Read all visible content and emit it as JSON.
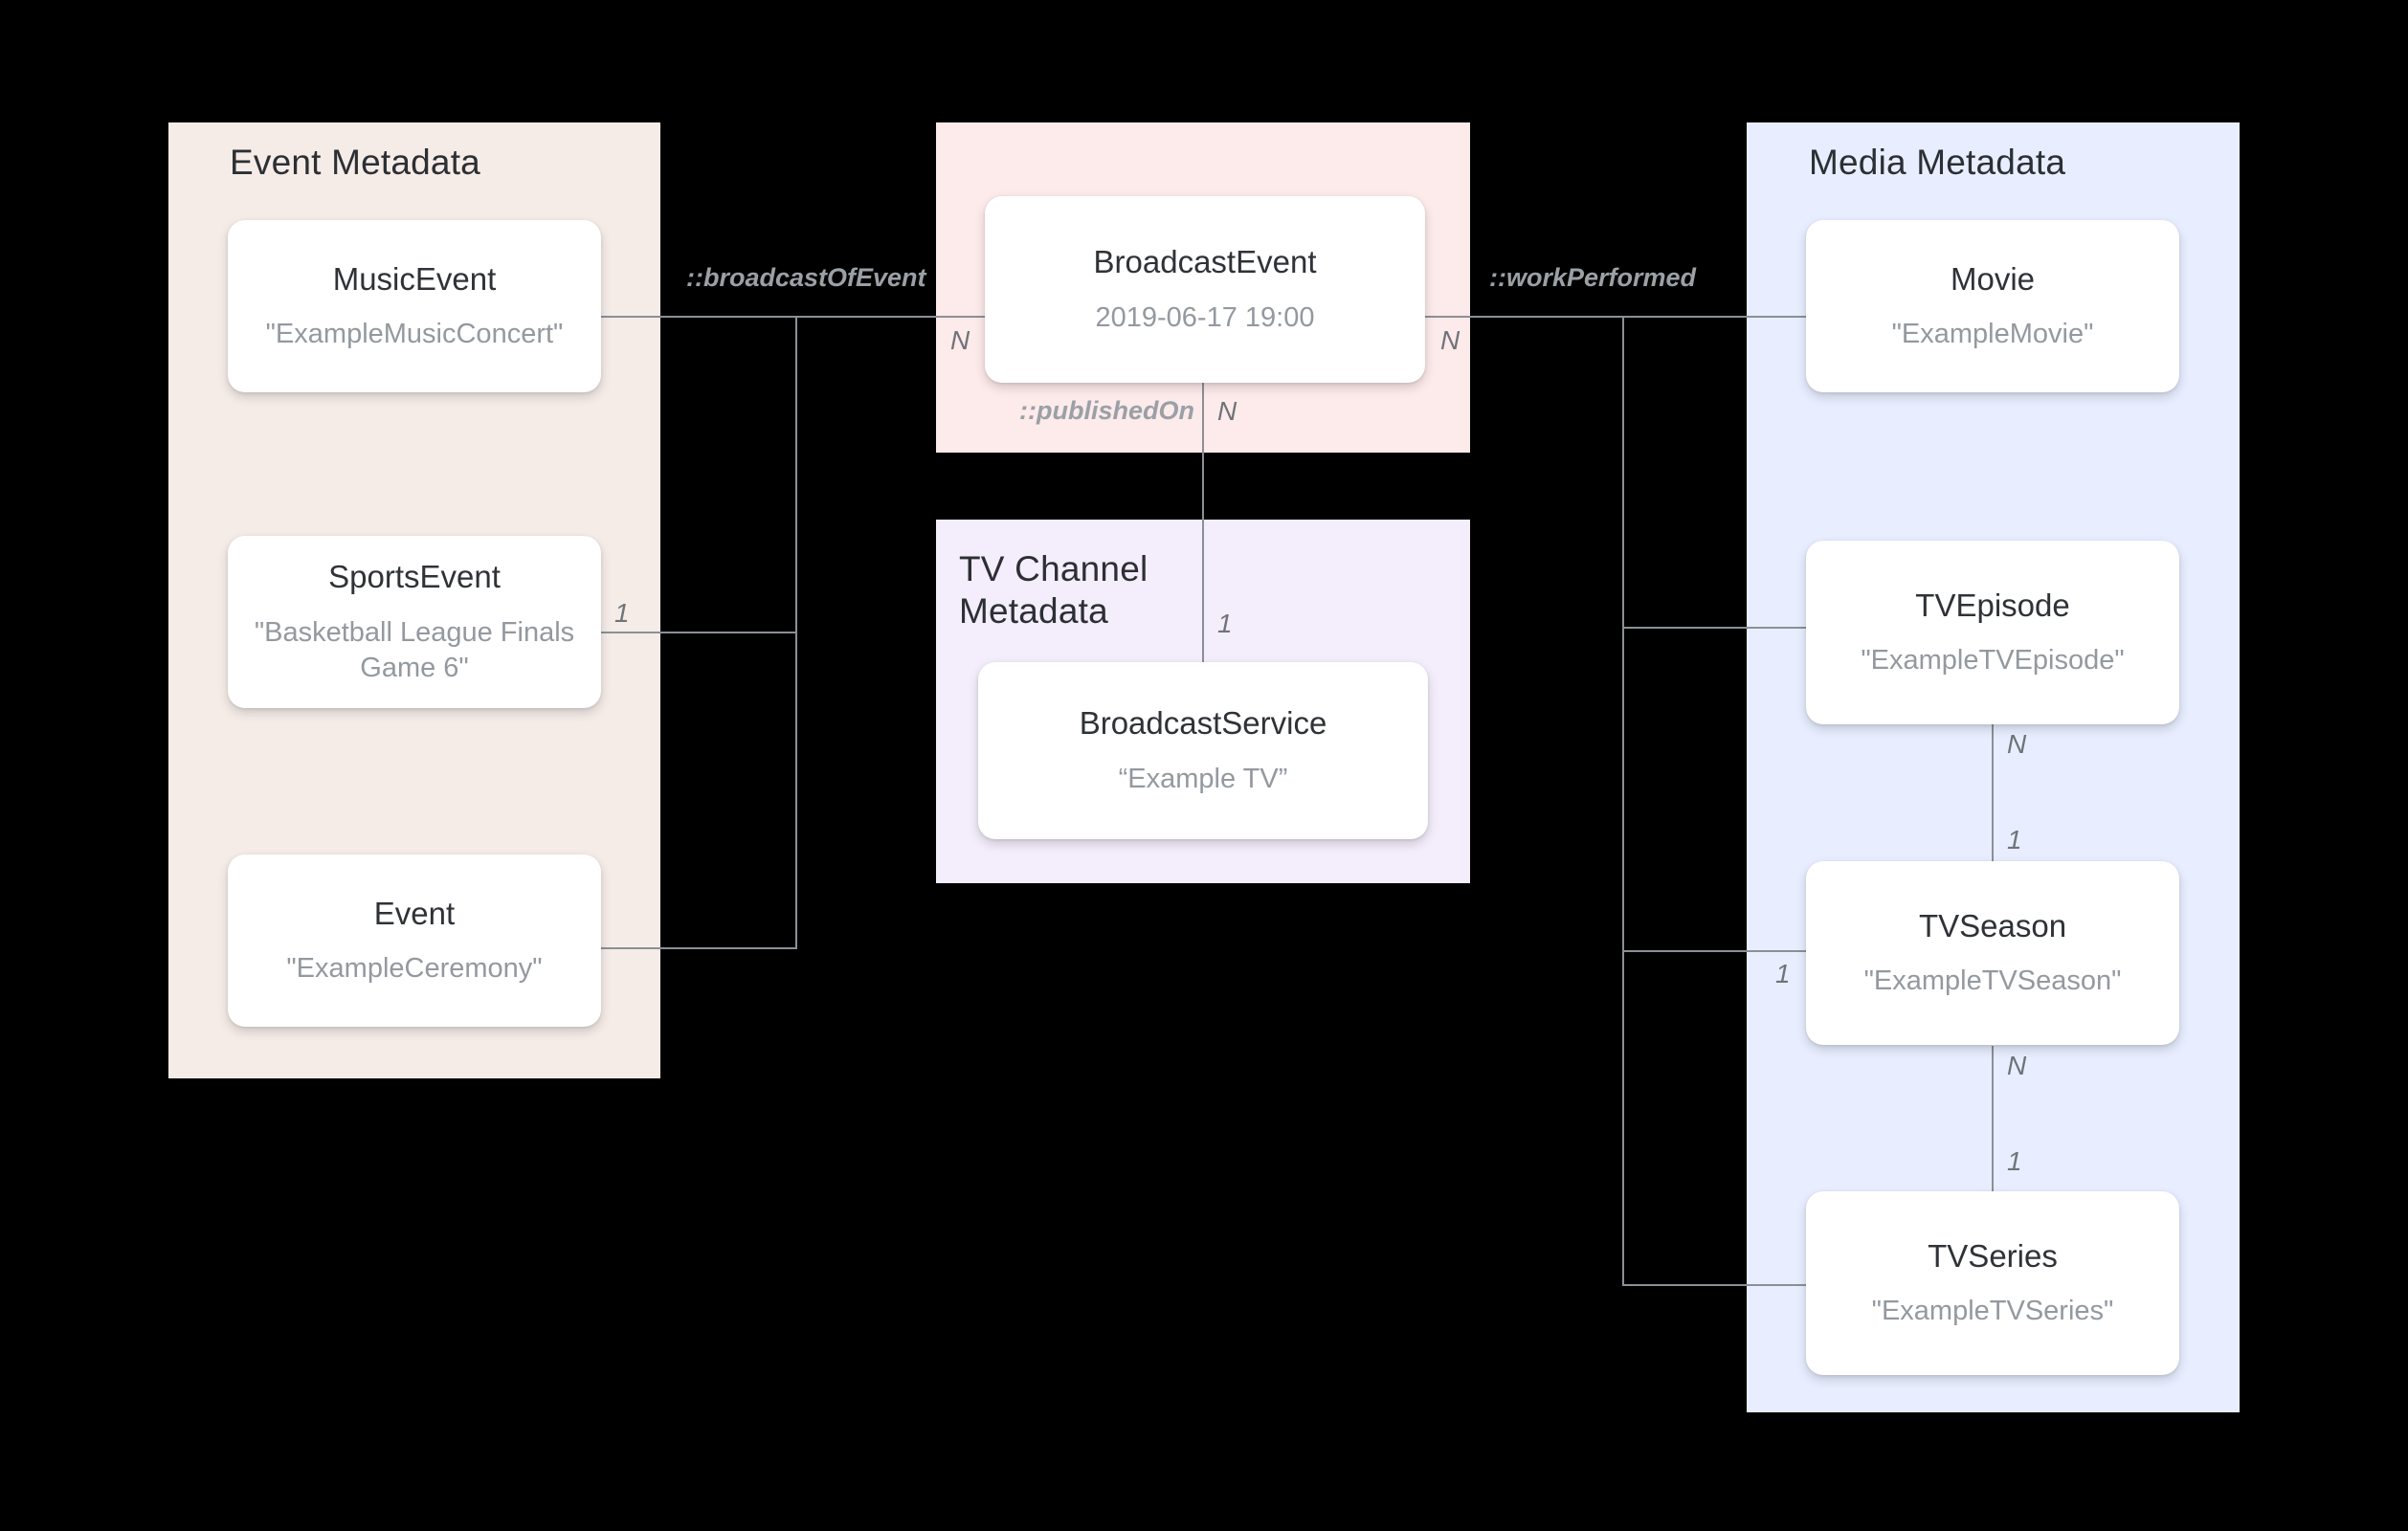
{
  "diagram": {
    "title": "Broadcast / Media metadata entity relationship diagram",
    "background_color": "#000000",
    "line_color": "#8b9096"
  },
  "panels": [
    {
      "id": "event-metadata",
      "title": "Event Metadata",
      "color": "#f5ece8"
    },
    {
      "id": "broadcast-event",
      "title": "",
      "color": "#fdeaea"
    },
    {
      "id": "tv-channel-metadata",
      "title": "TV Channel\nMetadata",
      "color": "#f4edfb"
    },
    {
      "id": "media-metadata",
      "title": "Media Metadata",
      "color": "#e8eeff"
    }
  ],
  "cards": {
    "music_event": {
      "name": "MusicEvent",
      "value": "\"ExampleMusicConcert\""
    },
    "sports_event": {
      "name": "SportsEvent",
      "value": "\"Basketball League Finals Game 6\""
    },
    "event": {
      "name": "Event",
      "value": "\"ExampleCeremony\""
    },
    "broadcast_event": {
      "name": "BroadcastEvent",
      "value": "2019-06-17 19:00"
    },
    "broadcast_service": {
      "name": "BroadcastService",
      "value": "“Example TV”"
    },
    "movie": {
      "name": "Movie",
      "value": "\"ExampleMovie\""
    },
    "tv_episode": {
      "name": "TVEpisode",
      "value": "\"ExampleTVEpisode\""
    },
    "tv_season": {
      "name": "TVSeason",
      "value": "\"ExampleTVSeason\""
    },
    "tv_series": {
      "name": "TVSeries",
      "value": "\"ExampleTVSeries\""
    }
  },
  "relations": {
    "broadcast_of_event": "::broadcastOfEvent",
    "published_on": "::publishedOn",
    "work_performed": "::workPerformed"
  },
  "cardinalities": {
    "broadcast_of_event_n": "N",
    "sports_event_one": "1",
    "published_on_n": "N",
    "broadcast_service_one": "1",
    "work_performed_n": "N",
    "episode_to_season_n": "N",
    "episode_to_season_one": "1",
    "season_left_one": "1",
    "season_to_series_n": "N",
    "season_to_series_one": "1"
  }
}
